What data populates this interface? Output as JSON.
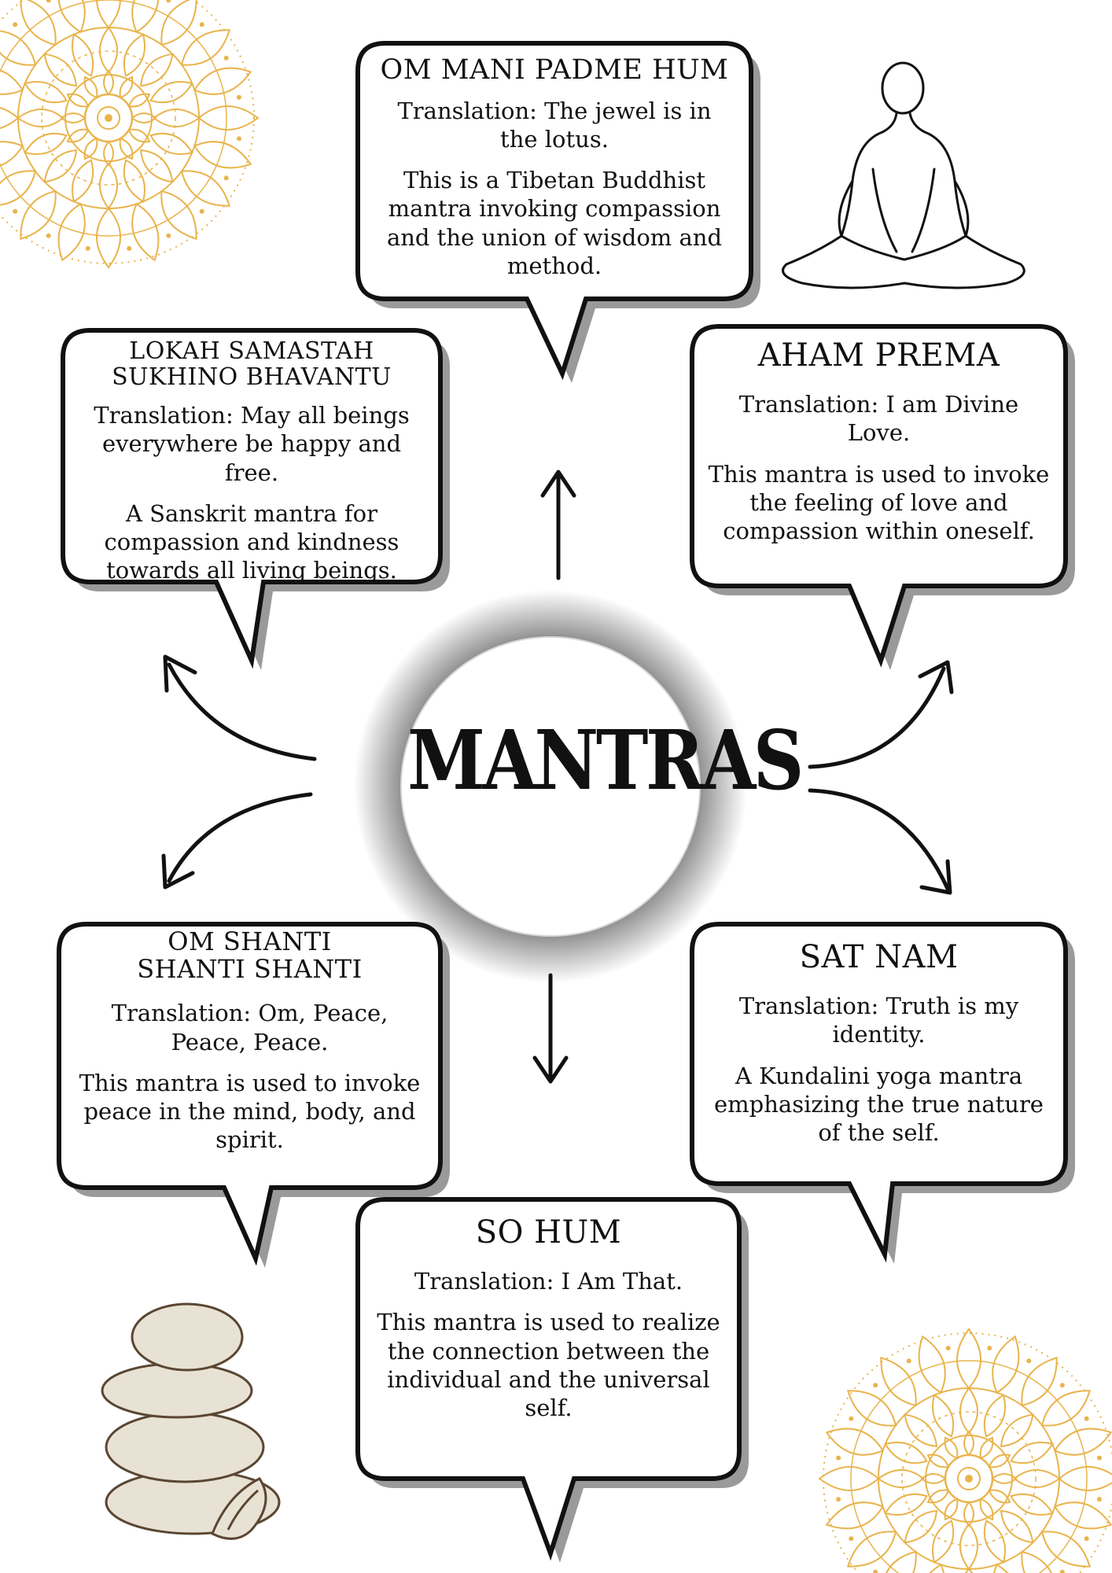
{
  "center": {
    "label": "MANTRAS"
  },
  "mantras": [
    {
      "title": "OM MANI PADME HUM",
      "translation": "Translation: The jewel is in the lotus.",
      "description": "This is a Tibetan Buddhist mantra invoking compassion and the union of wisdom and method."
    },
    {
      "title": "AHAM PREMA",
      "translation": "Translation: I am Divine Love.",
      "description": "This mantra is used to invoke the feeling of love and compassion within oneself."
    },
    {
      "title": "SAT NAM",
      "translation": "Translation: Truth is my identity.",
      "description": "A Kundalini yoga mantra emphasizing the true nature of the self."
    },
    {
      "title": "SO HUM",
      "translation": "Translation: I Am That.",
      "description": "This mantra is used to realize the connection between the individual and the universal self."
    },
    {
      "title_line1": "OM SHANTI",
      "title_line2": "SHANTI SHANTI",
      "translation": "Translation: Om, Peace, Peace, Peace.",
      "description": "This mantra is used to invoke peace in the mind, body, and spirit."
    },
    {
      "title_line1": "LOKAH SAMASTAH",
      "title_line2": "SUKHINO BHAVANTU",
      "translation": "Translation: May all beings everywhere be happy and free.",
      "description": "A Sanskrit mantra for compassion and kindness towards all living beings."
    }
  ],
  "colors": {
    "ink": "#111111",
    "shadow": "#9a9a9a",
    "mandala": "#e9b44c",
    "stone_fill": "#e8e2d4",
    "stone_line": "#5a4632"
  },
  "decorations": [
    "mandala-top-left",
    "meditating-figure",
    "stacked-stones",
    "mandala-bottom-right"
  ]
}
